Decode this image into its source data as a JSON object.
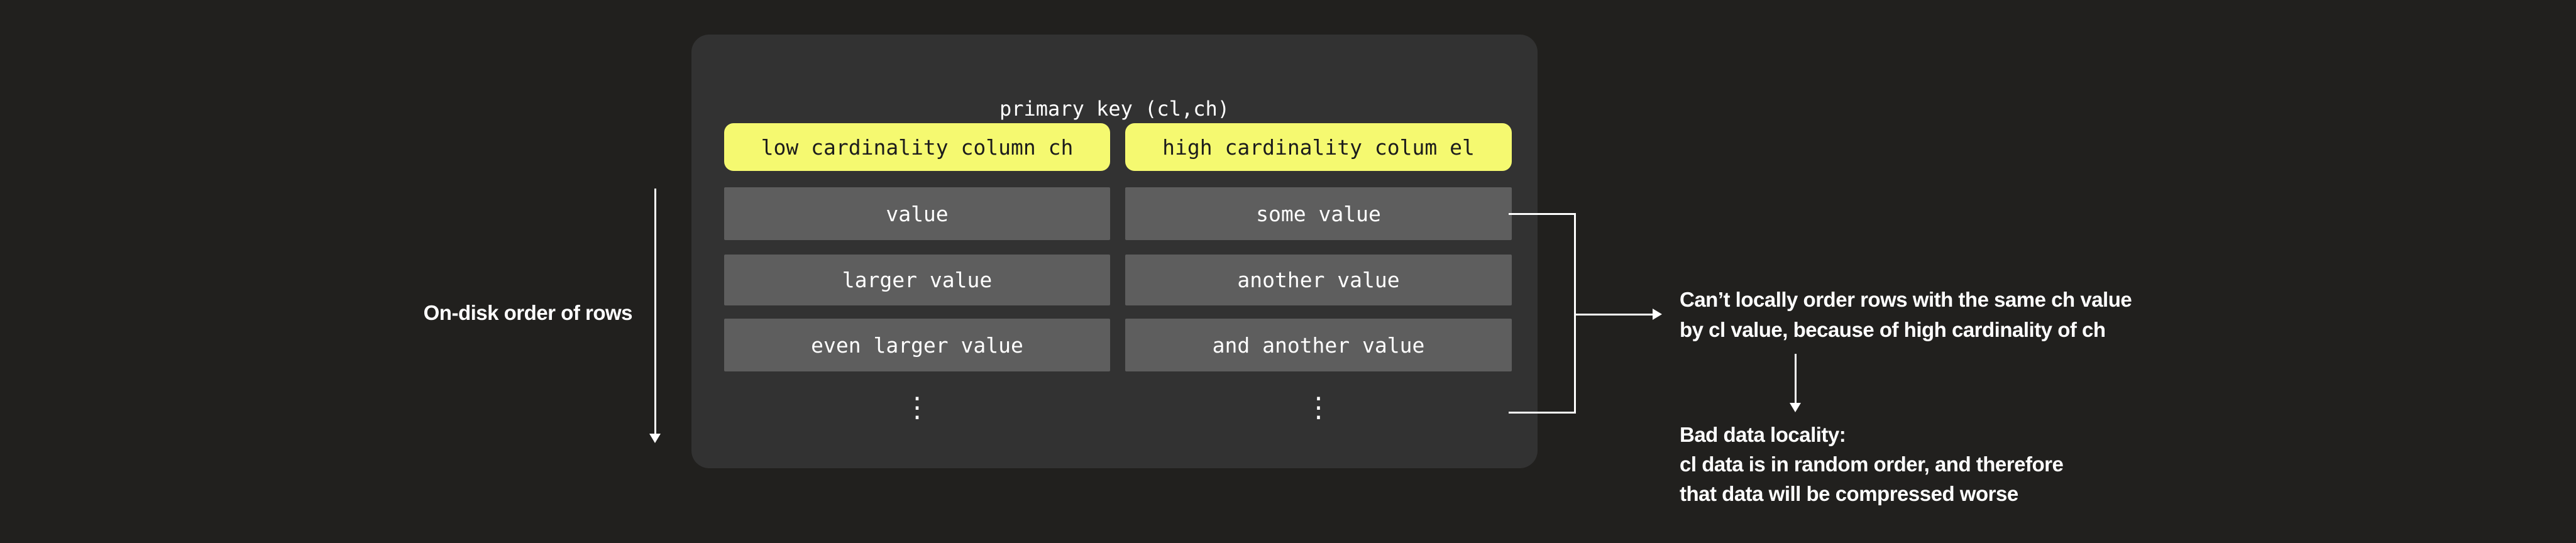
{
  "colors": {
    "background": "#21201e",
    "panel": "#323232",
    "header_bg": "#f5f970",
    "row_bg": "#5e5e5e",
    "line": "#ffffff"
  },
  "panel": {
    "title": "primary key (cl,ch)"
  },
  "table": {
    "columns": [
      {
        "header": "low cardinality column ch",
        "rows": [
          "value",
          "larger value",
          "even larger value"
        ],
        "ellipsis": "⋮"
      },
      {
        "header": "high cardinality colum el",
        "rows": [
          "some value",
          "another value",
          "and another value"
        ],
        "ellipsis": "⋮"
      }
    ]
  },
  "annotations": {
    "on_disk_order": "On-disk order of rows",
    "note1": {
      "line1": "Can’t locally order rows with the same ch value",
      "line2": "by cl value, because of high cardinality of ch"
    },
    "note2": {
      "line1": "Bad data locality:",
      "line2": "cl data is in random order, and therefore",
      "line3": "that data will be compressed worse"
    }
  }
}
